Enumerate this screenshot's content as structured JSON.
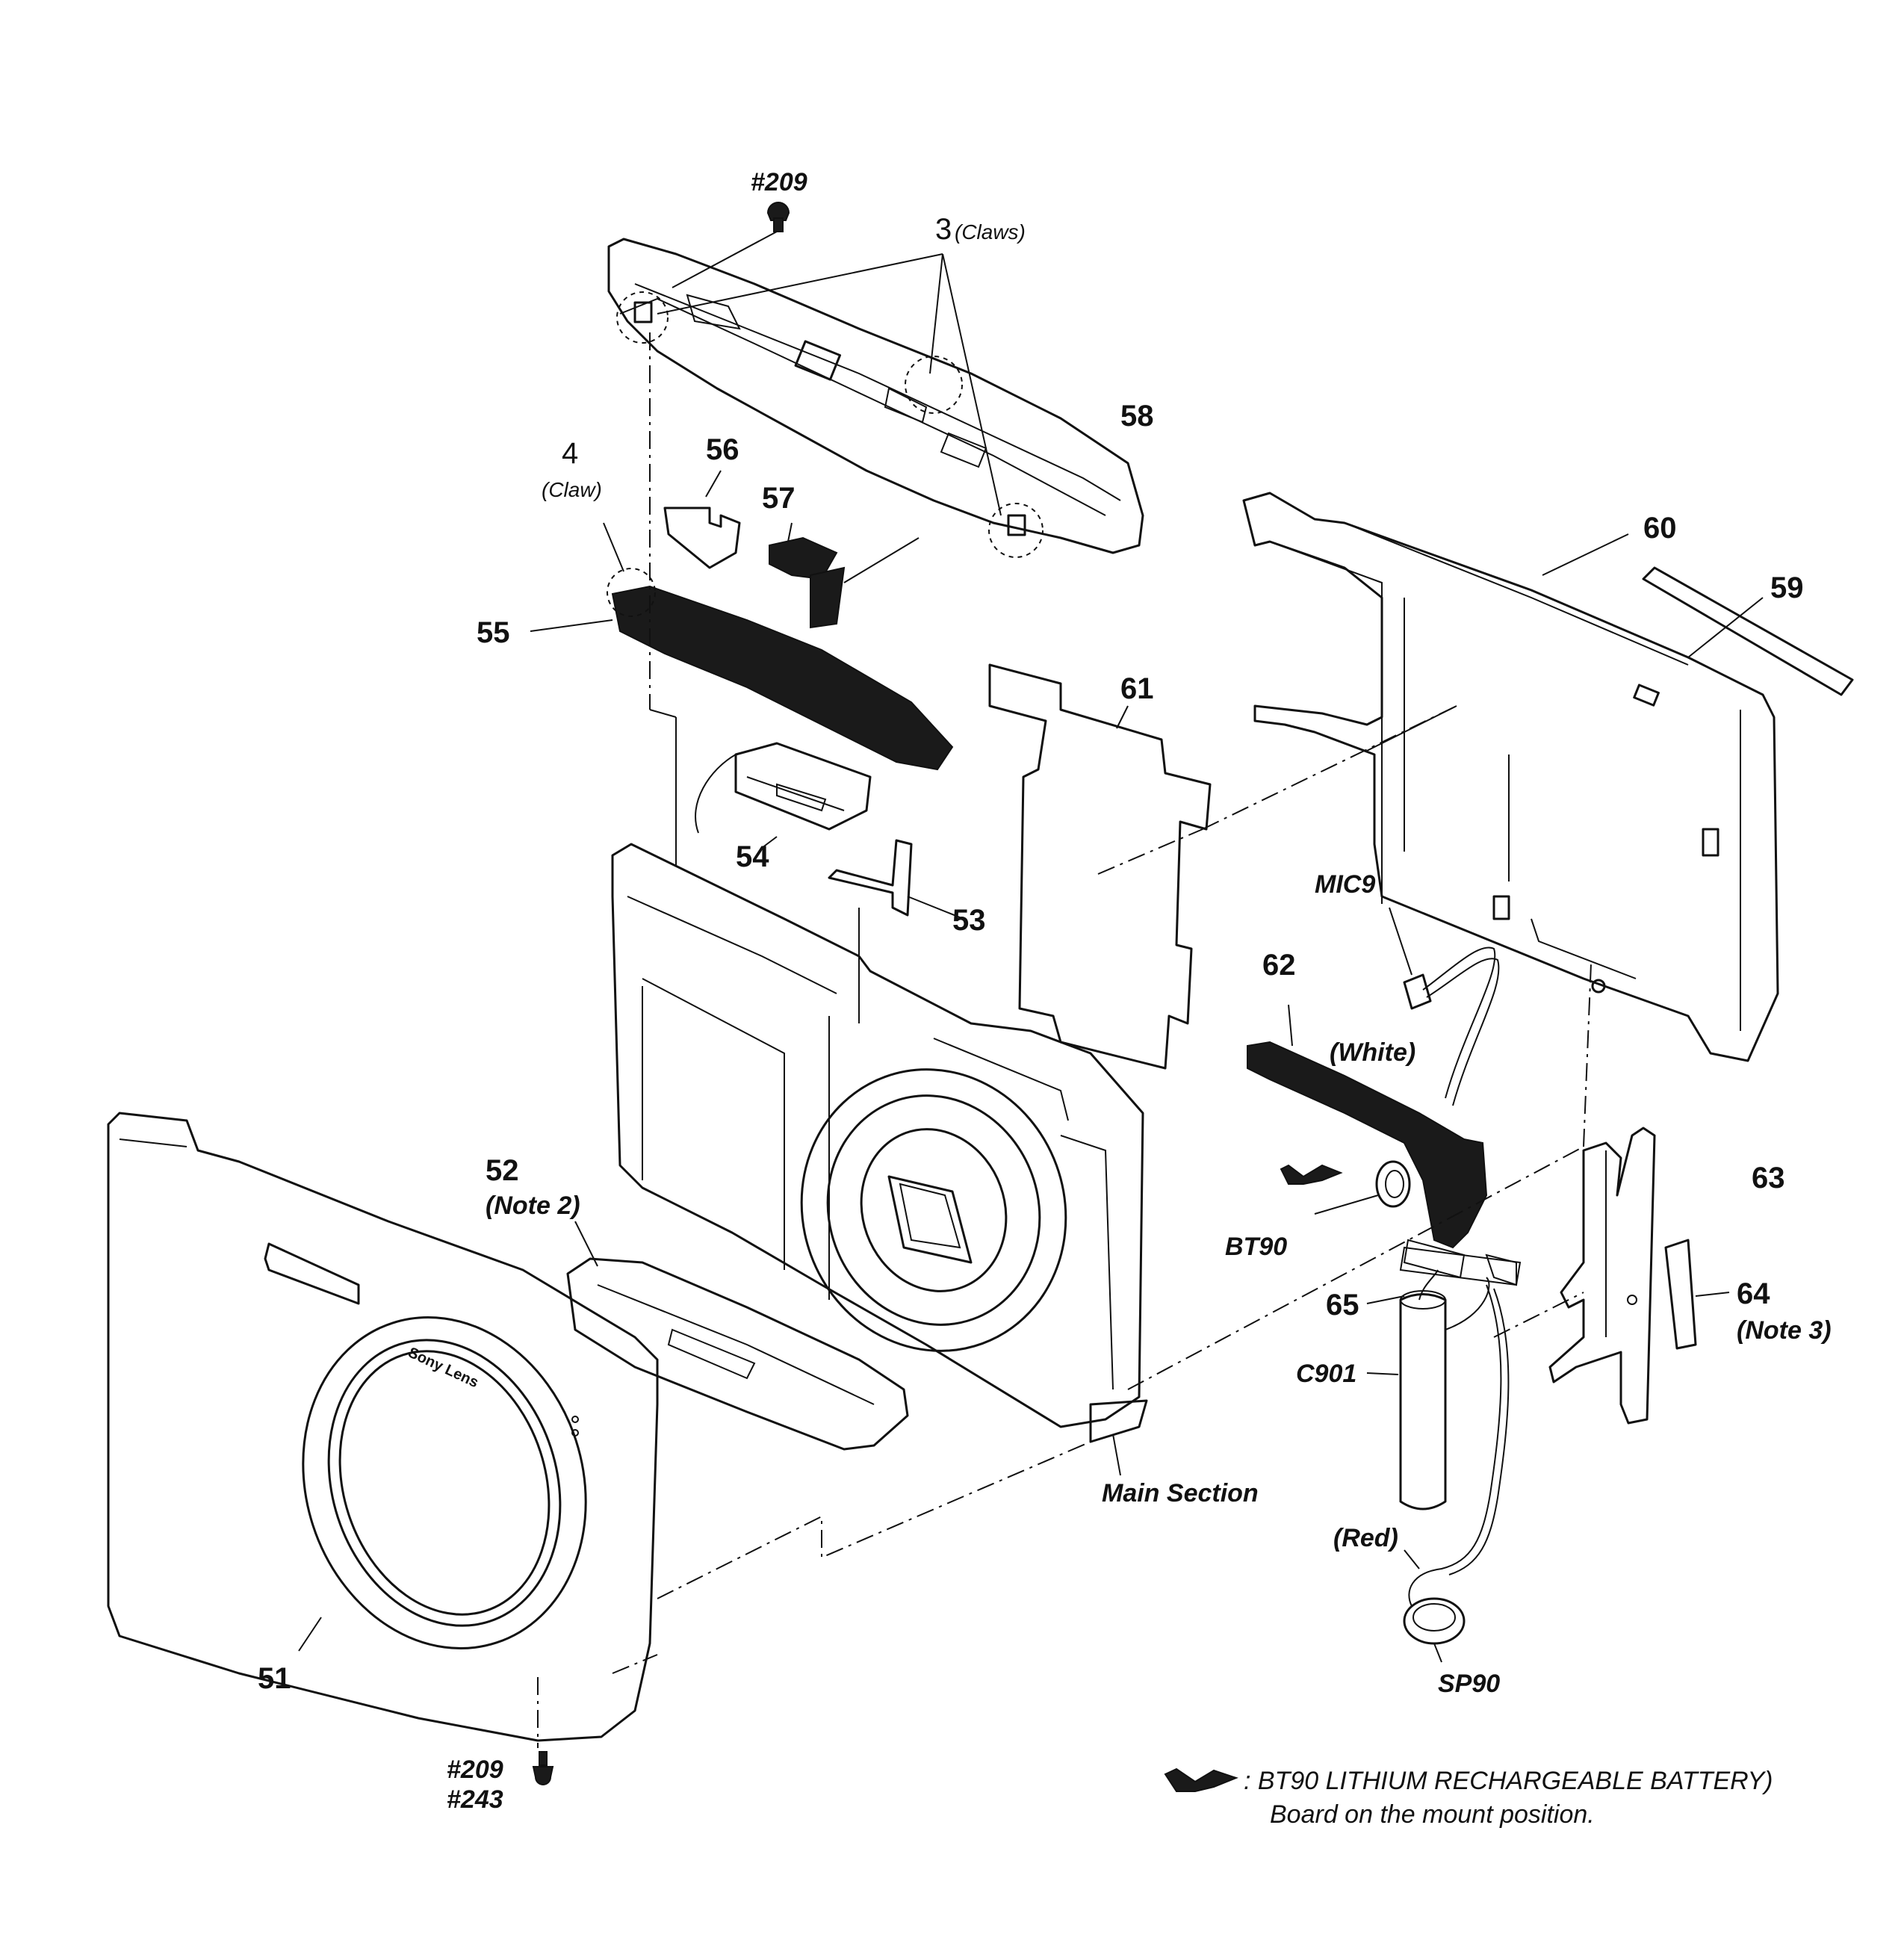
{
  "labels": {
    "screw_top": "#209",
    "claws_number": "3",
    "claws_text": "(Claws)",
    "claw_number": "4",
    "claw_text": "(Claw)",
    "p51": "51",
    "p52": "52",
    "p52_note": "(Note 2)",
    "p53": "53",
    "p54": "54",
    "p55": "55",
    "p56": "56",
    "p57": "57",
    "p58": "58",
    "p59": "59",
    "p60": "60",
    "p61": "61",
    "p62": "62",
    "p63": "63",
    "p64": "64",
    "p64_note": "(Note 3)",
    "p65": "65",
    "mic9": "MIC9",
    "white": "(White)",
    "bt90": "BT90",
    "c901": "C901",
    "red": "(Red)",
    "sp90": "SP90",
    "main_section": "Main Section",
    "screw_bottom_1": "#209",
    "screw_bottom_2": "#243",
    "lens_brand": "Sony Lens"
  },
  "legend": {
    "line1": ": BT90   LITHIUM RECHARGEABLE BATTERY)",
    "line2": "Board on the mount position."
  }
}
